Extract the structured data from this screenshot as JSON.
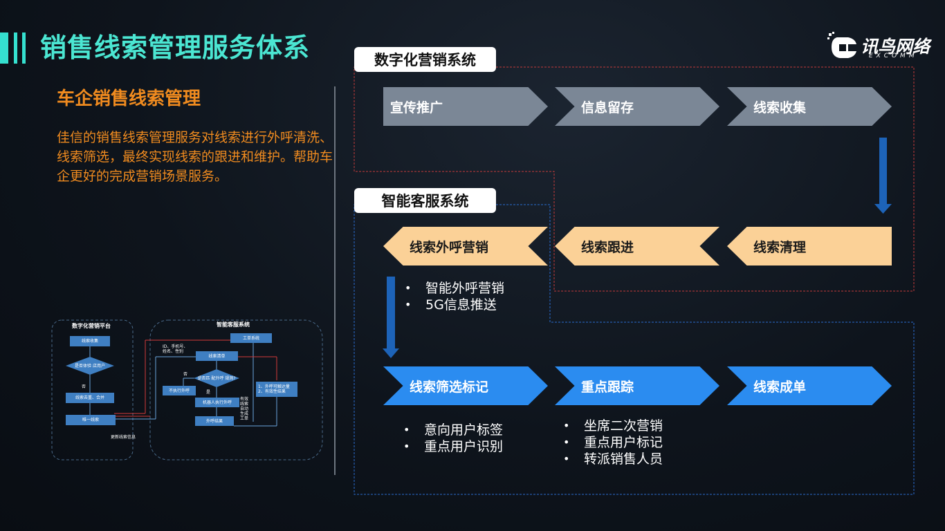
{
  "header": {
    "title": "销售线索管理服务体系"
  },
  "logo": {
    "text": "讯鸟网络",
    "sub": "EXCOMM"
  },
  "intro": {
    "subtitle": "车企销售线索管理",
    "description": "佳信的销售线索管理服务对线索进行外呼清洗、线索筛选，最终实现线索的跟进和维护。帮助车企更好的完成营销场景服务。"
  },
  "systems": {
    "digital": {
      "label": "数字化营销系统",
      "steps": [
        "宣传推广",
        "信息留存",
        "线索收集"
      ]
    },
    "service": {
      "label": "智能客服系统",
      "row2": [
        "线索外呼营销",
        "线索跟进",
        "线索清理"
      ],
      "row3": [
        "线索筛选标记",
        "重点跟踪",
        "线索成单"
      ]
    }
  },
  "bullets": {
    "outbound": [
      "智能外呼营销",
      "5G信息推送"
    ],
    "filter": [
      "意向用户标签",
      "重点用户识别"
    ],
    "track": [
      "坐席二次营销",
      "重点用户标记",
      "转派销售人员"
    ]
  },
  "mini_flow": {
    "left_title": "数字化营销平台",
    "right_title": "智能客服系统",
    "nodes": {
      "collect": "线索收集",
      "decision1": "是否体验\n店用户",
      "no1": "否",
      "dedupe": "线索去重、合并",
      "unique": "唯一线索",
      "update": "更新线索信息",
      "ticket": "工单系统",
      "fields": "ID、手机号、\n姓名、性别",
      "clean": "线索清单",
      "decision2": "是否匹\n配外呼\n规则?",
      "no2": "否",
      "yes2": "是",
      "noCall": "不执行外呼",
      "robot": "机器人执行外呼",
      "result": "外呼结果",
      "valid": "有效\n线索\n自动\n生成\n工单",
      "results": "1、外呼可触达量\n2、有效性结果"
    }
  },
  "colors": {
    "accent": "#35e0cf",
    "orange": "#f08b1f",
    "gray_step": "#7b8796",
    "tan_step": "#fbd197",
    "blue_step": "#2b8cf0",
    "arrow_blue": "#1d63b8"
  }
}
